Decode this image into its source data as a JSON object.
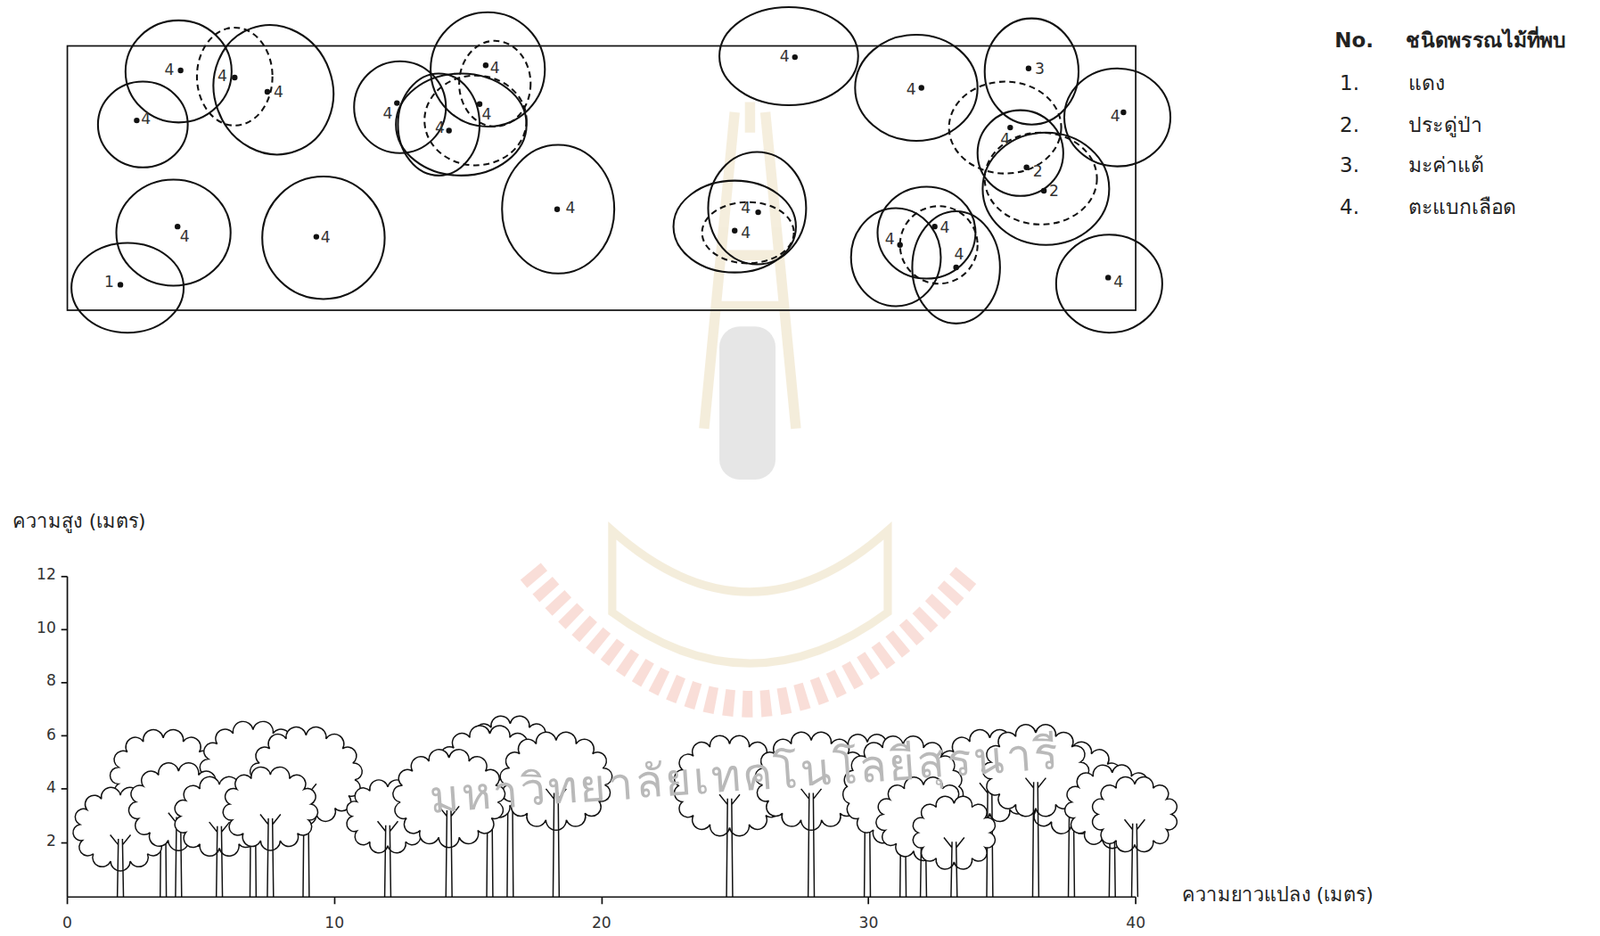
{
  "diagram": {
    "labels": [
      "4",
      "4",
      "4",
      "4",
      "4",
      "4",
      "4",
      "4",
      "4",
      "1",
      "4",
      "4",
      "4",
      "4",
      "4",
      "4",
      "3",
      "4",
      "4",
      "2",
      "2",
      "4",
      "4",
      "4",
      "4",
      "No.",
      "ชนิดพรรณไม้ที่พบ",
      "1.",
      "2.",
      "3.",
      "4.",
      "ความสูง (เมตร)",
      "2",
      "4",
      "6",
      "8",
      "10",
      "12",
      "ความยาวแปลง (เมตร)",
      "0",
      "10",
      "20",
      "30",
      "40",
      "มหาวิทยาลัยเทคโนโลยีสุรนารี"
    ],
    "legend": [
      {
        "text": "แดง"
      },
      {
        "text": "ประดู่ป่า"
      },
      {
        "text": "มะค่าแต้"
      },
      {
        "text": "ตะแบกเลือด"
      }
    ]
  }
}
